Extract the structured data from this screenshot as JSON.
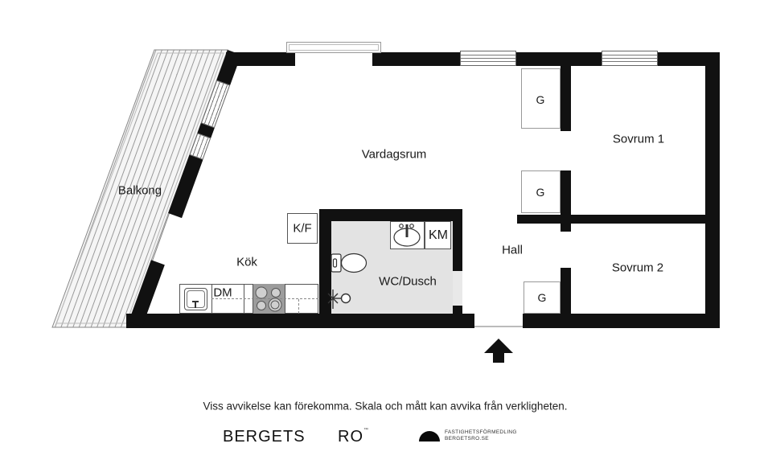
{
  "labels": {
    "balcony": "Balkong",
    "living": "Vardagsrum",
    "kitchen": "Kök",
    "bath": "WC/Dusch",
    "hall": "Hall",
    "bed1": "Sovrum 1",
    "bed2": "Sovrum 2",
    "fridge_freezer": "K/F",
    "washing_machine": "KM",
    "dishwasher": "DM",
    "closet": "G"
  },
  "footer": {
    "disclaimer": "Viss avvikelse kan förekomma. Skala och mått kan avvika från verkligheten.",
    "brand_left": "BERGETS",
    "brand_right": "RO",
    "brand_mark": "™",
    "firm_line1": "FASTIGHETSFÖRMEDLING",
    "firm_line2": "BERGETSRO.SE"
  },
  "colors": {
    "wall": "#111111",
    "bath-floor": "#e3e3e3",
    "threshold": "#e9e9e9",
    "balcony-fill": "#f5f5f5",
    "hatch": "#9a9a9a",
    "stove": "#9c9c9c",
    "burner": "#cfcfcf",
    "text": "#1a1a1a"
  }
}
